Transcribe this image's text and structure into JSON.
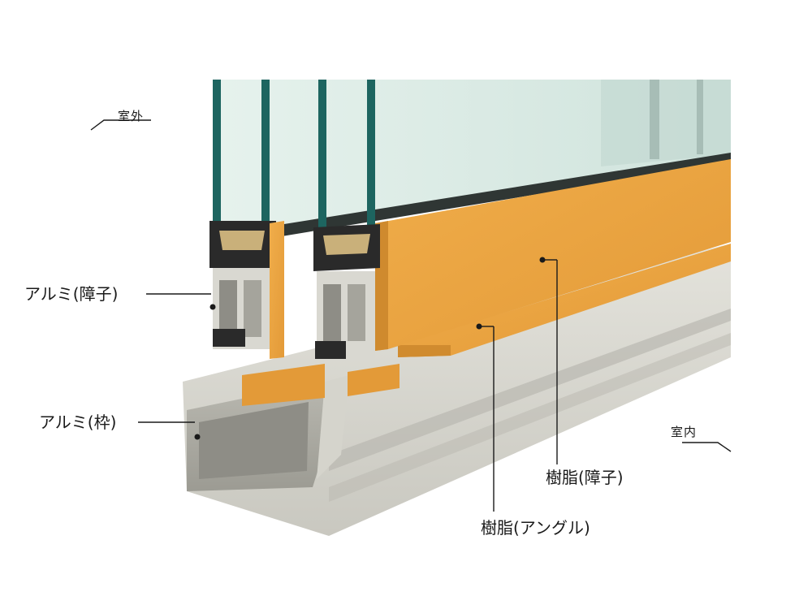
{
  "labels": {
    "outdoor": "室外",
    "indoor": "室内",
    "alu_sash": "アルミ(障子)",
    "alu_frame": "アルミ(枠)",
    "resin_sash": "樹脂(障子)",
    "resin_angle": "樹脂(アングル)"
  },
  "colors": {
    "resin": "#e9a23f",
    "aluminum": "#d9d8d1",
    "glass": "#d8ebe4",
    "glass_edge": "#1d6560",
    "spacer": "#c9b07a",
    "gasket": "#2a2a2a"
  }
}
